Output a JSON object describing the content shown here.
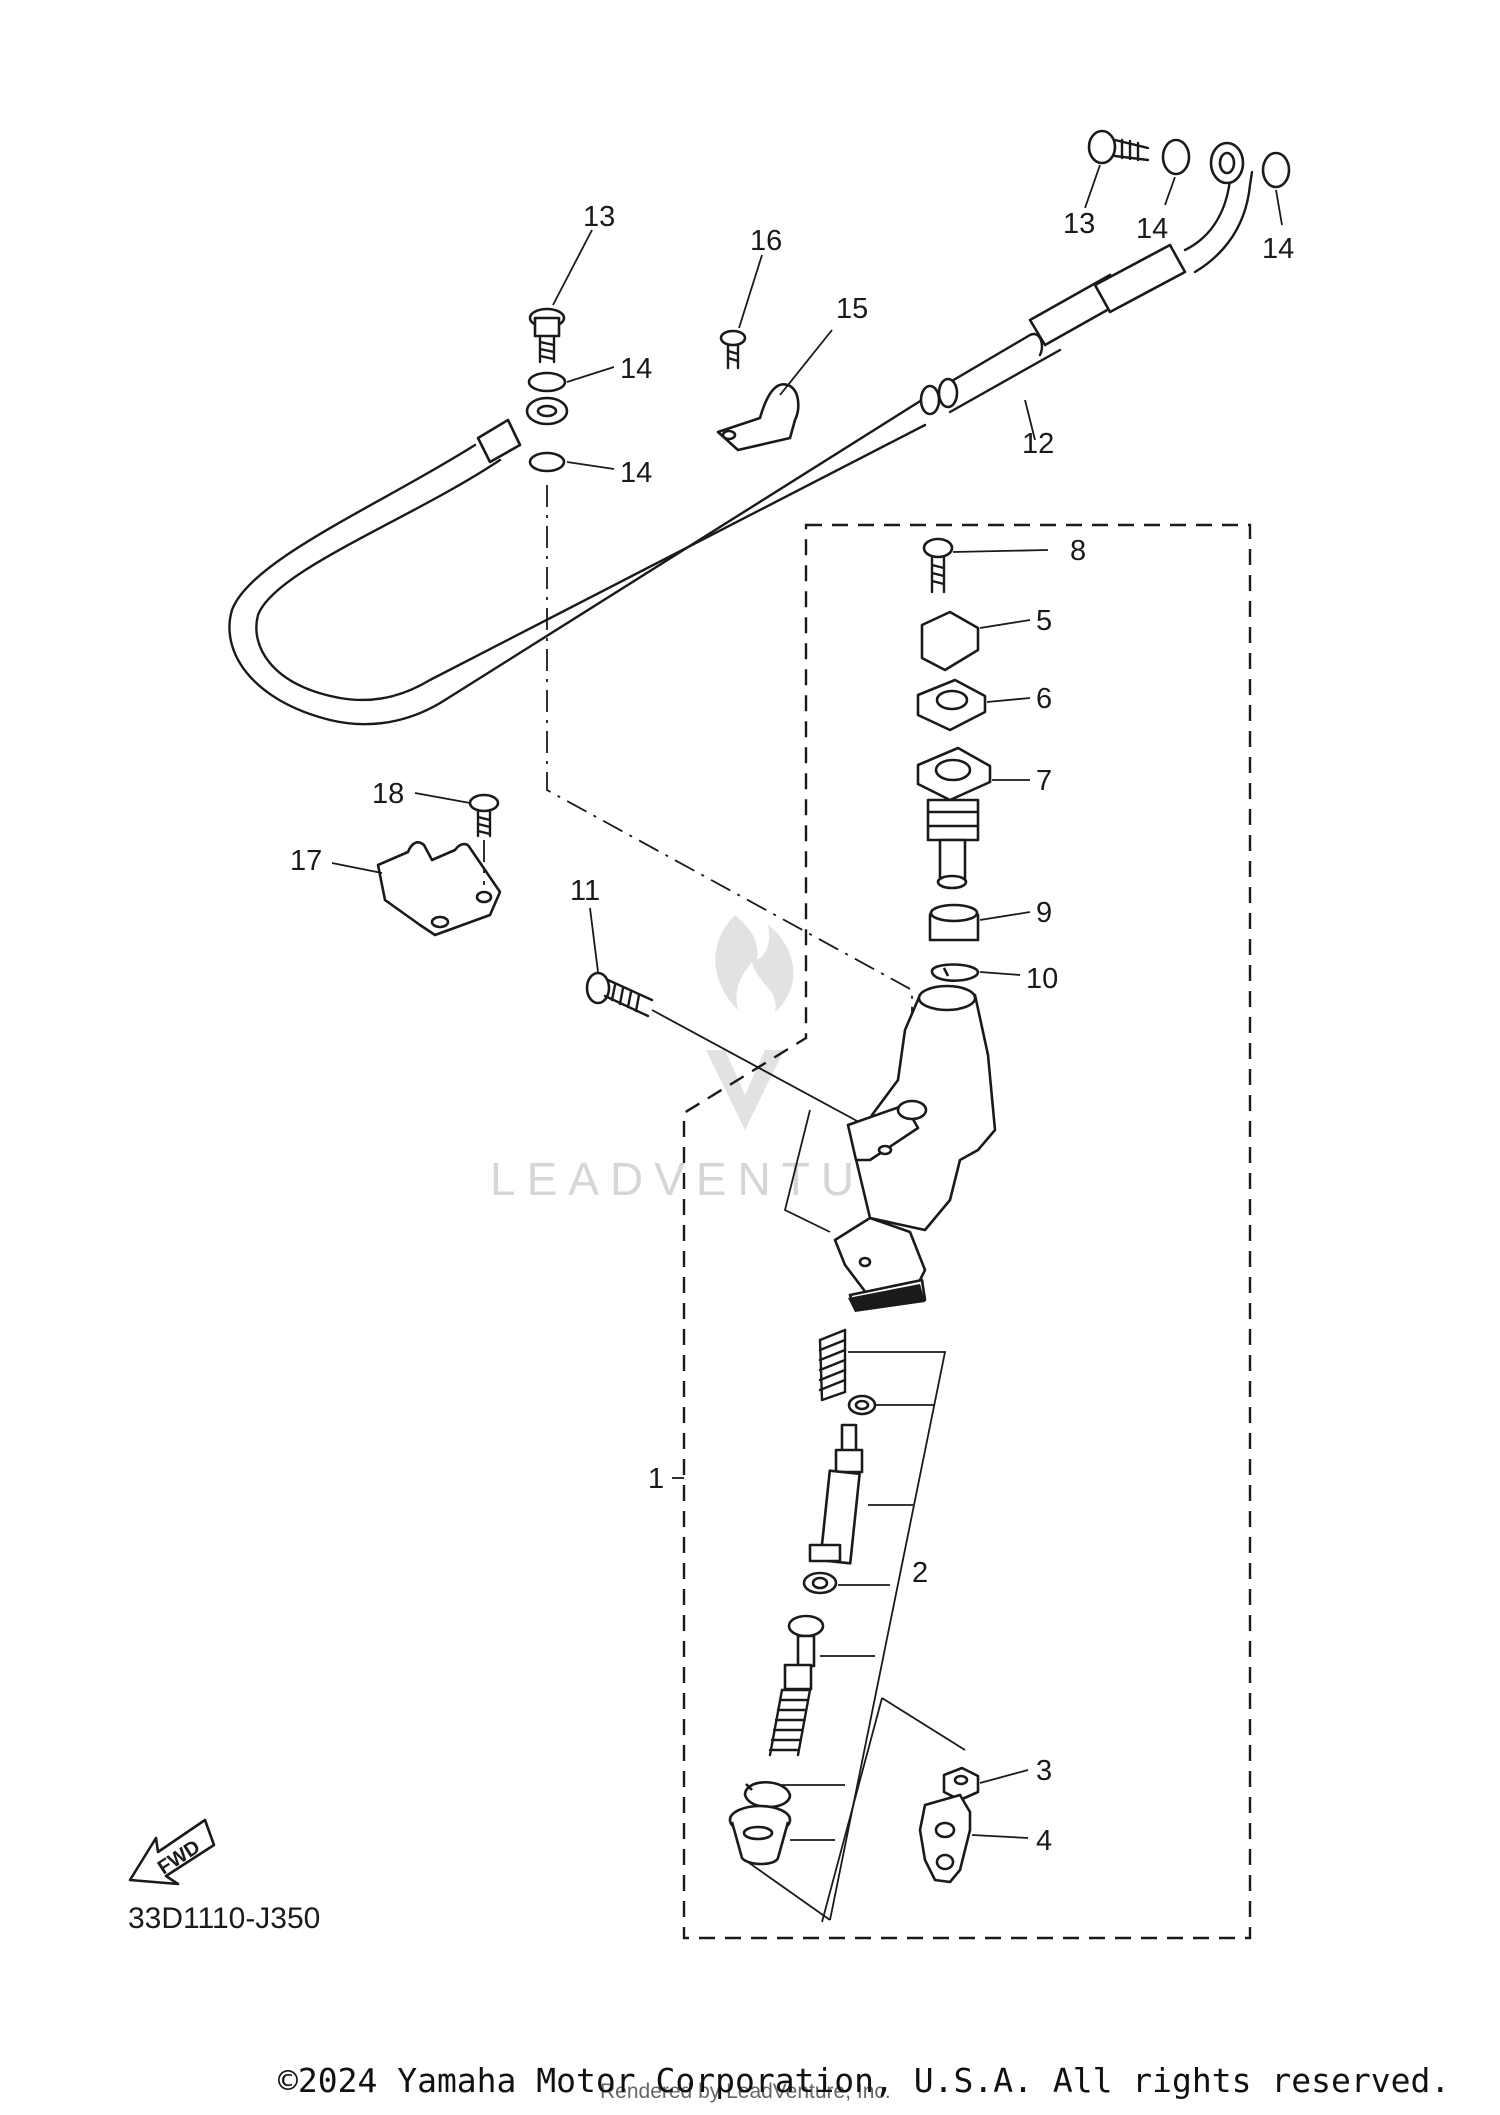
{
  "labels": {
    "p1": "1",
    "p2": "2",
    "p3": "3",
    "p4": "4",
    "p5": "5",
    "p6": "6",
    "p7": "7",
    "p8": "8",
    "p9": "9",
    "p10": "10",
    "p11": "11",
    "p12": "12",
    "p13a": "13",
    "p13b": "14",
    "p13c": "14",
    "p14a": "13",
    "p14b": "14",
    "p14c": "14",
    "p15": "15",
    "p16": "16",
    "p17": "17",
    "p18": "18"
  },
  "fwd_label": "FWD",
  "diagram_code": "33D1110-J350",
  "watermark": "LEADVENTURE",
  "copyright": "©2024 Yamaha Motor Corporation, U.S.A. All rights reserved.",
  "rendered_by": "Rendered by LeadVenture, Inc."
}
